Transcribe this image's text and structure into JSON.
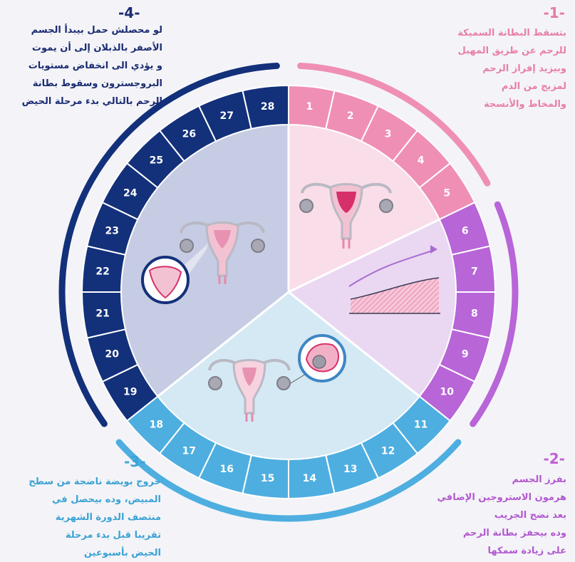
{
  "phases": [
    {
      "number": "-1-",
      "lines": [
        "بتسقط البطانة السميكة",
        "للرحم عن طريق المهبل",
        "وبيزيد إفراز الرحم",
        "لمزيج من الدم",
        "والمخاط والأنسجة"
      ],
      "days": [
        1,
        2,
        3,
        4,
        5
      ],
      "color": "#ef8fb6",
      "sector_color": "#f9dde8",
      "arc_color": "#ef8fb6"
    },
    {
      "number": "-2-",
      "lines": [
        "بفرز الجسم",
        "هرمون الاستروجين الإضافي",
        "بعد نضج الجريب",
        "وده بيحفز بطانة الرحم",
        "على زيادة سمكها"
      ],
      "days": [
        6,
        7,
        8,
        9,
        10
      ],
      "color": "#b865d8",
      "sector_color": "#ead8f2",
      "arc_color": "#b865d8"
    },
    {
      "number": "-3-",
      "lines": [
        "خروج بويضة ناضجة من سطح",
        "المبيض، وده بيحصل في",
        "منتصف الدورة الشهرية",
        "تقريبا قبل بدء مرحلة",
        "الحيض بأسبوعين"
      ],
      "days": [
        11,
        12,
        13,
        14,
        15,
        16,
        17,
        18
      ],
      "color": "#4eaee0",
      "sector_color": "#d4e9f4",
      "arc_color": "#4eaee0"
    },
    {
      "number": "-4-",
      "lines": [
        "لو محصلش حمل بيبدأ الجسم",
        "الأصفر بالذبلان إلى أن يموت",
        "و يؤدي الى انخفاض مستويات",
        "البروجسترون وسقوط بطانة",
        "الرحم بالتالي بدء مرحلة الحيض"
      ],
      "days": [
        19,
        20,
        21,
        22,
        23,
        24,
        25,
        26,
        27,
        28
      ],
      "color": "#13307a",
      "sector_color": "#c6cce3",
      "arc_color": "#13307a"
    }
  ]
}
